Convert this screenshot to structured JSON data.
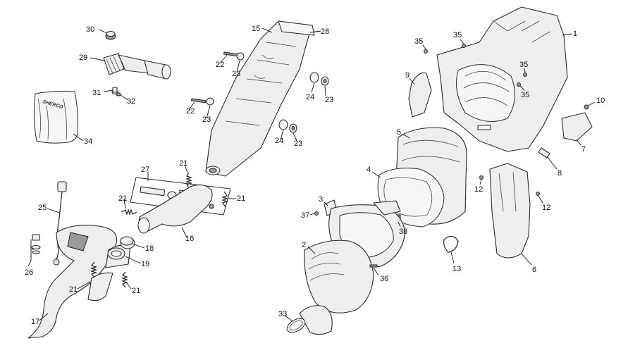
{
  "callouts": [
    {
      "label": "30"
    },
    {
      "label": "29"
    },
    {
      "label": "31"
    },
    {
      "label": "32"
    },
    {
      "label": "34"
    },
    {
      "label": "15"
    },
    {
      "label": "28"
    },
    {
      "label": "22"
    },
    {
      "label": "23"
    },
    {
      "label": "24"
    },
    {
      "label": "23"
    },
    {
      "label": "22"
    },
    {
      "label": "23"
    },
    {
      "label": "24"
    },
    {
      "label": "23"
    },
    {
      "label": "27"
    },
    {
      "label": "21"
    },
    {
      "label": "21"
    },
    {
      "label": "21"
    },
    {
      "label": "16"
    },
    {
      "label": "25"
    },
    {
      "label": "18"
    },
    {
      "label": "19"
    },
    {
      "label": "26"
    },
    {
      "label": "21"
    },
    {
      "label": "21"
    },
    {
      "label": "17"
    },
    {
      "label": "35"
    },
    {
      "label": "35"
    },
    {
      "label": "1"
    },
    {
      "label": "9"
    },
    {
      "label": "35"
    },
    {
      "label": "35"
    },
    {
      "label": "10"
    },
    {
      "label": "5"
    },
    {
      "label": "7"
    },
    {
      "label": "8"
    },
    {
      "label": "4"
    },
    {
      "label": "12"
    },
    {
      "label": "12"
    },
    {
      "label": "3"
    },
    {
      "label": "37"
    },
    {
      "label": "38"
    },
    {
      "label": "2"
    },
    {
      "label": "13"
    },
    {
      "label": "6"
    },
    {
      "label": "36"
    },
    {
      "label": "33"
    }
  ],
  "bag": {
    "brand": "SHERCO"
  }
}
